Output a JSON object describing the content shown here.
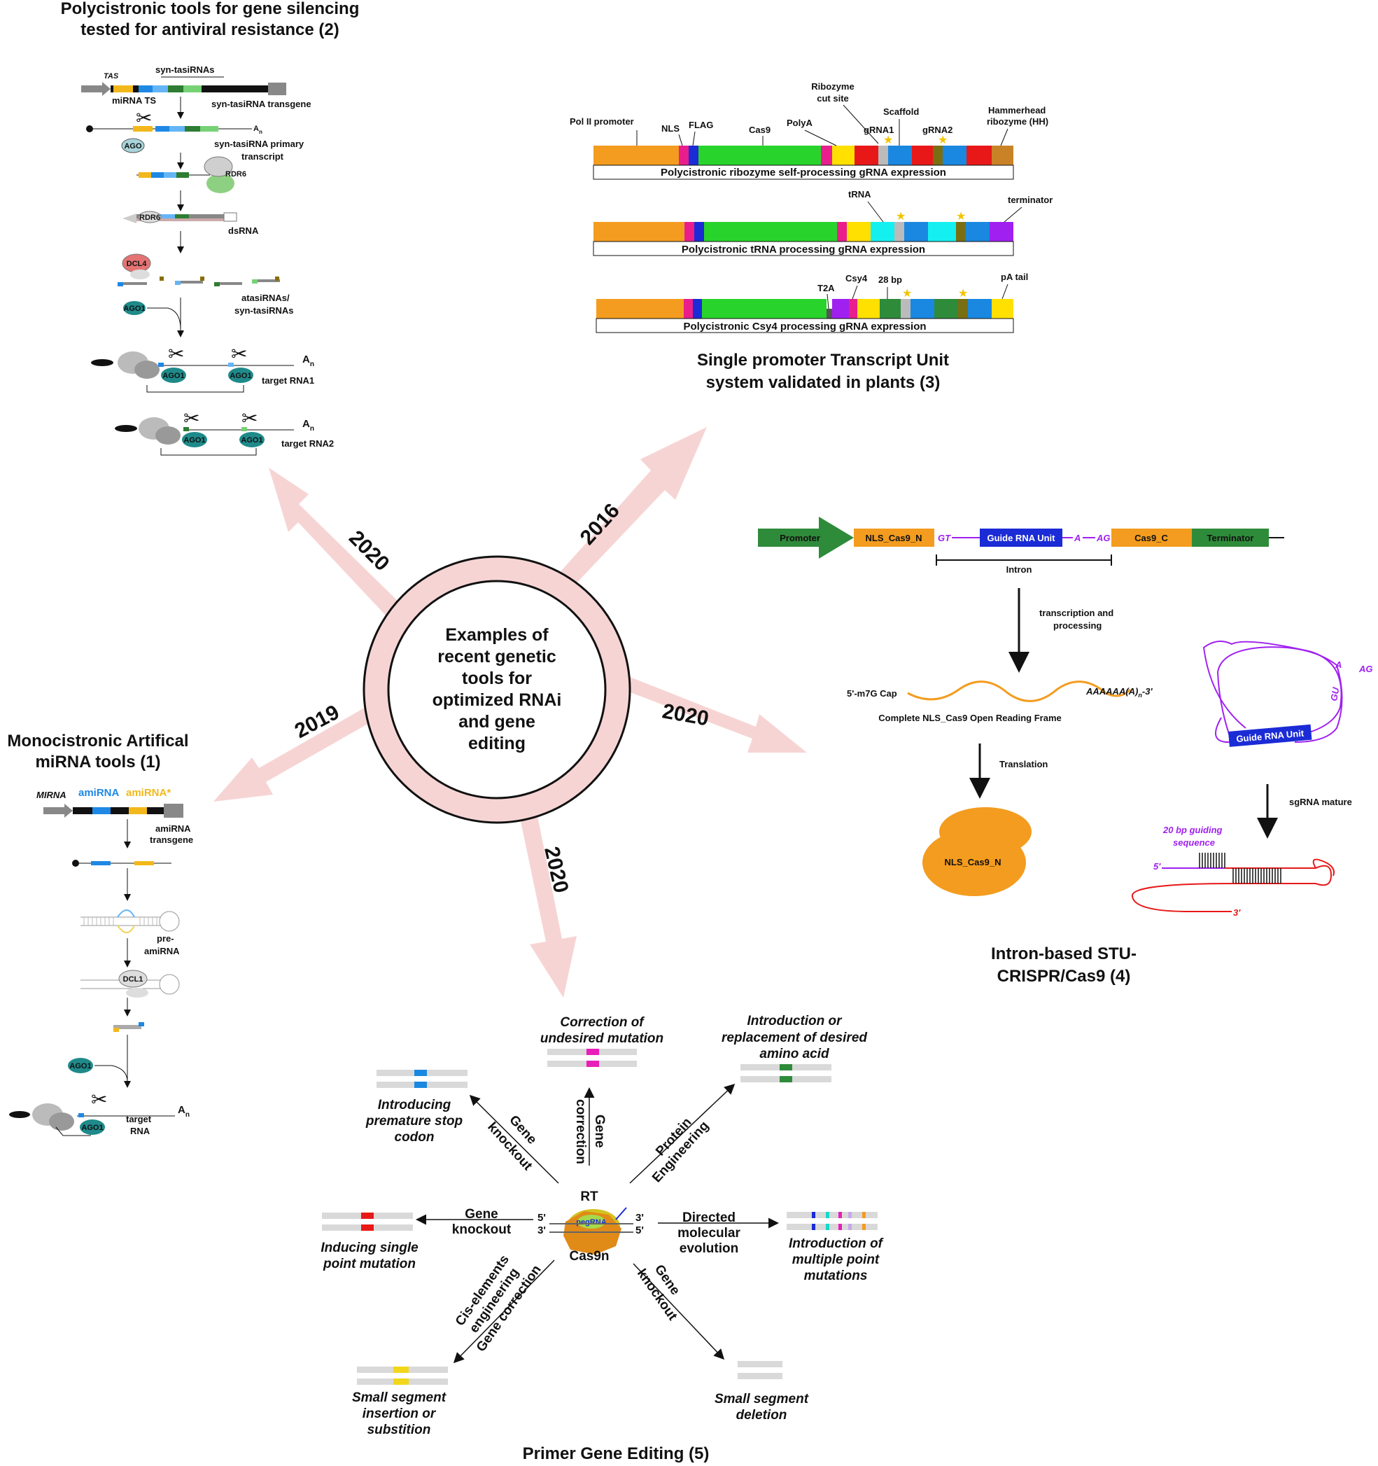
{
  "center": {
    "lines": [
      "Examples of",
      "recent genetic",
      "tools for",
      "optimized RNAi",
      "and gene",
      "editing"
    ]
  },
  "years": {
    "nw": "2020",
    "ne": "2016",
    "w": "2019",
    "e": "2020",
    "s": "2020"
  },
  "panel_polycistronic_silencing": {
    "title_lines": [
      "Polycistronic tools for gene silencing",
      "tested for antiviral resistance (2)"
    ],
    "tas": "TAS",
    "syn_tasirnas": "syn-tasiRNAs",
    "mirna_ts": "miRNA TS",
    "transgene": "syn-tasiRNA transgene",
    "primary_transcript": [
      "syn-tasiRNA primary",
      "transcript"
    ],
    "an": "A",
    "an_sub": "n",
    "ago": "AGO",
    "rdr6": "RDR6",
    "dsrna": "dsRNA",
    "dcl4": "DCL4",
    "ago1": "AGO1",
    "atasirnas": [
      "atasiRNAs/",
      "syn-tasiRNAs"
    ],
    "target1": "target RNA1",
    "target2": "target RNA2"
  },
  "panel_monocistronic": {
    "title_lines": [
      "Monocistronic Artifical",
      "miRNA tools (1)"
    ],
    "mirna": "MIRNA",
    "amirna": "amiRNA",
    "amirna_star": "amiRNA*",
    "transgene": [
      "amiRNA",
      "transgene"
    ],
    "pre_amirna": [
      "pre-",
      "amiRNA"
    ],
    "dcl1": "DCL1",
    "ago1": "AGO1",
    "target": [
      "target",
      "RNA"
    ],
    "an": "A",
    "an_sub": "n"
  },
  "panel_stu": {
    "title_lines": [
      "Single promoter Transcript Unit",
      "system validated in plants (3)"
    ],
    "construct1_caption": "Polycistronic ribozyme self-processing  gRNA expression",
    "construct2_caption": "Polycistronic tRNA processing gRNA expression",
    "construct3_caption": "Polycistronic Csy4 processing gRNA expression",
    "labels": {
      "pol2": "Pol II promoter",
      "nls": "NLS",
      "flag": "FLAG",
      "cas9": "Cas9",
      "polya": "PolyA",
      "ribozyme": [
        "Ribozyme",
        "cut site"
      ],
      "grna1": "gRNA1",
      "scaffold": "Scaffold",
      "grna2": "gRNA2",
      "hh": [
        "Hammerhead",
        "ribozyme (HH)"
      ],
      "trna": "tRNA",
      "terminator": "terminator",
      "t2a": "T2A",
      "csy4": "Csy4",
      "bp28": "28 bp",
      "patail": "pA tail"
    }
  },
  "panel_intron": {
    "title_lines": [
      "Intron-based STU-",
      "CRISPR/Cas9 (4)"
    ],
    "promoter": "Promoter",
    "nls_cas9_n": "NLS_Cas9_N",
    "gt": "GT",
    "guide_unit": "Guide RNA Unit",
    "a": "A",
    "ag": "AG",
    "cas9_c": "Cas9_C",
    "terminator": "Terminator",
    "intron": "Intron",
    "transcription": [
      "transcription and",
      "processing"
    ],
    "cap": "5'-m7G Cap",
    "polya": "AAAAAA(A)",
    "polya_sub": "n",
    "polya_end": "-3'",
    "orf": "Complete NLS_Cas9 Open Reading Frame",
    "translation": "Translation",
    "protein": "NLS_Cas9_N",
    "gu": "GU",
    "sgrna_mature": "sgRNA mature",
    "guiding": [
      "20 bp guiding",
      "sequence"
    ],
    "five": "5'",
    "three": "3'"
  },
  "panel_prime": {
    "title": "Primer Gene Editing (5)",
    "rt": "RT",
    "pegrna": "pegRNA",
    "cas9n": "Cas9n",
    "five_l": "5'",
    "three_l": "3'",
    "three_r": "3'",
    "five_r": "5'",
    "correction_title": [
      "Correction of",
      "undesired mutation"
    ],
    "gene_correction": [
      "Gene",
      "correction"
    ],
    "protein_eng": [
      "Protein",
      "Engineering"
    ],
    "introduction_title": [
      "Introduction or",
      "replacement of desired",
      "amino acid"
    ],
    "gene_knockout_nw": [
      "Gene",
      "knockout"
    ],
    "premature_title": [
      "Introducing",
      "premature stop",
      "codon"
    ],
    "gene_knockout_w": [
      "Gene",
      "knockout"
    ],
    "point_title": [
      "Inducing single",
      "point mutation"
    ],
    "directed": [
      "Directed",
      "molecular",
      "evolution"
    ],
    "multiple_title": [
      "Introduction of",
      "multiple point",
      "mutations"
    ],
    "cis": [
      "Cis-elements",
      "engineering",
      "Gene correction"
    ],
    "insertion_title": [
      "Small segment",
      "insertion or",
      "substition"
    ],
    "gene_knockout_se": [
      "Gene",
      "knockout"
    ],
    "deletion_title": [
      "Small segment",
      "deletion"
    ]
  }
}
